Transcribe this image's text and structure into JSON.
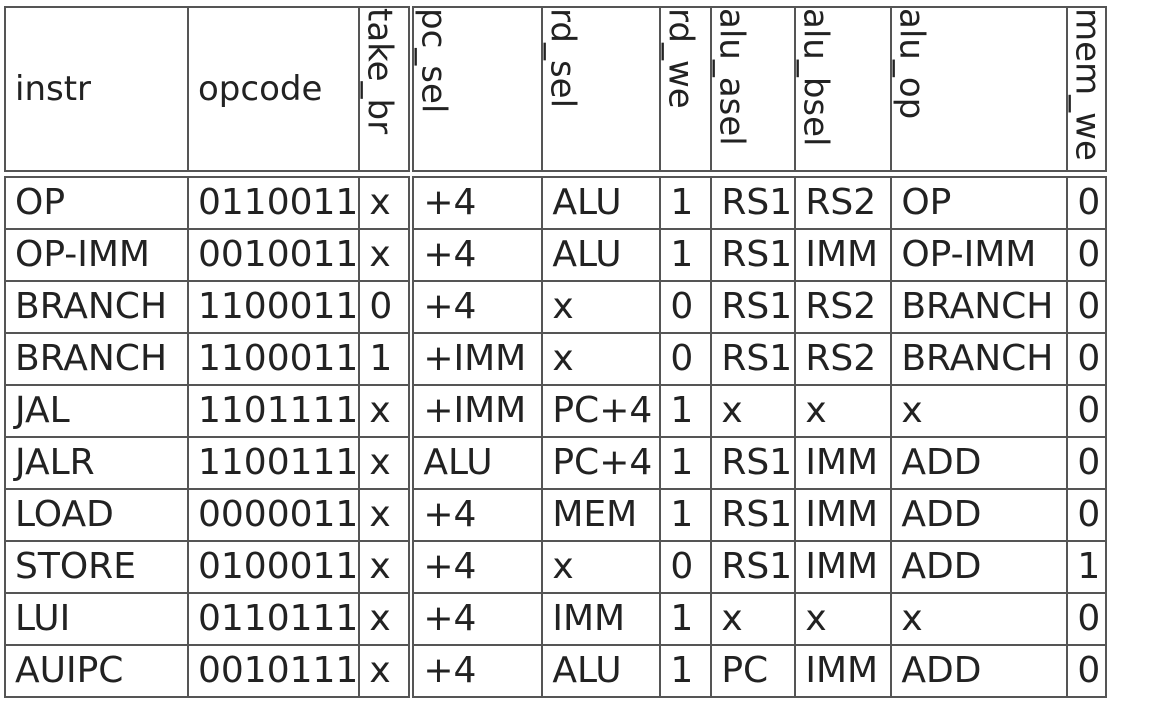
{
  "headers": [
    "instr",
    "opcode",
    "take_br",
    "pc_sel",
    "rd_sel",
    "rd_we",
    "alu_asel",
    "alu_bsel",
    "alu_op",
    "mem_we"
  ],
  "rows": [
    [
      "OP",
      "0110011",
      "x",
      "+4",
      "ALU",
      "1",
      "RS1",
      "RS2",
      "OP",
      "0"
    ],
    [
      "OP-IMM",
      "0010011",
      "x",
      "+4",
      "ALU",
      "1",
      "RS1",
      "IMM",
      "OP-IMM",
      "0"
    ],
    [
      "BRANCH",
      "1100011",
      "0",
      "+4",
      "x",
      "0",
      "RS1",
      "RS2",
      "BRANCH",
      "0"
    ],
    [
      "BRANCH",
      "1100011",
      "1",
      "+IMM",
      "x",
      "0",
      "RS1",
      "RS2",
      "BRANCH",
      "0"
    ],
    [
      "JAL",
      "1101111",
      "x",
      "+IMM",
      "PC+4",
      "1",
      "x",
      "x",
      "x",
      "0"
    ],
    [
      "JALR",
      "1100111",
      "x",
      "ALU",
      "PC+4",
      "1",
      "RS1",
      "IMM",
      "ADD",
      "0"
    ],
    [
      "LOAD",
      "0000011",
      "x",
      "+4",
      "MEM",
      "1",
      "RS1",
      "IMM",
      "ADD",
      "0"
    ],
    [
      "STORE",
      "0100011",
      "x",
      "+4",
      "x",
      "0",
      "RS1",
      "IMM",
      "ADD",
      "1"
    ],
    [
      "LUI",
      "0110111",
      "x",
      "+4",
      "IMM",
      "1",
      "x",
      "x",
      "x",
      "0"
    ],
    [
      "AUIPC",
      "0010111",
      "x",
      "+4",
      "ALU",
      "1",
      "PC",
      "IMM",
      "ADD",
      "0"
    ]
  ]
}
